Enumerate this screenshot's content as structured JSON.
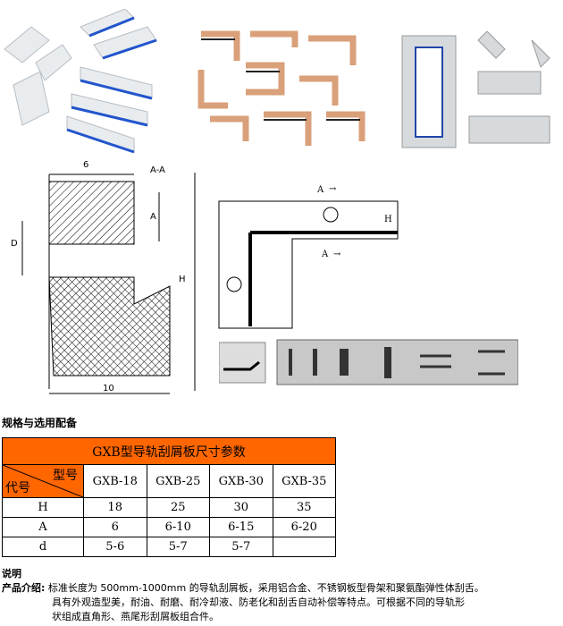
{
  "drawings": {
    "left": {
      "dim_width": "6",
      "section": "A-A",
      "dim_a": "A",
      "dim_d": "D",
      "dim_h": "H",
      "dim_bottom": "10"
    },
    "right": {
      "arrow_a_top": "A",
      "arrow_a_bottom": "A",
      "dim_h": "H"
    }
  },
  "section_title": "规格与选用配备",
  "table": {
    "title": "GXB型导轨刮屑板尺寸参数",
    "corner_top": "型号",
    "corner_bottom": "代号",
    "models": [
      "GXB-18",
      "GXB-25",
      "GXB-30",
      "GXB-35"
    ],
    "rows": [
      {
        "code": "H",
        "values": [
          "18",
          "25",
          "30",
          "35"
        ]
      },
      {
        "code": "A",
        "values": [
          "6",
          "6-10",
          "6-15",
          "6-20"
        ]
      },
      {
        "code": "d",
        "values": [
          "5-6",
          "5-7",
          "5-7",
          ""
        ]
      }
    ]
  },
  "notes": {
    "heading": "说明",
    "label": "产品介绍:",
    "line1": "标准长度为 500mm-1000mm 的导轨刮屑板，采用铝合金、不锈钢板型骨架和聚氨酯弹性体刮舌。",
    "line2": "具有外观造型美，耐油、耐磨、耐冷却液、防老化和刮舌自动补偿等特点。可根据不同的导轨形",
    "line3": "状组成直角形、燕尾形刮屑板组合件。"
  },
  "colors": {
    "header": "#ff6600"
  }
}
